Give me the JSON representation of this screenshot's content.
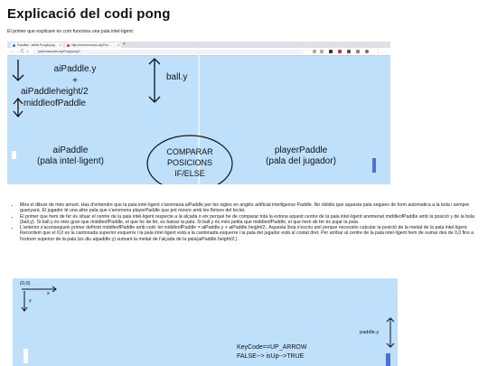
{
  "title": "Explicació del codi pong",
  "intro": "El primer que explicaré és com funciona una pala intel·ligent:",
  "browser": {
    "tabs": [
      {
        "label": "Faculties - definir PongAi.png",
        "color": "#1a73e8"
      },
      {
        "label": "https://ocenrecursos.org/Pon…",
        "color": "#d93025"
      }
    ],
    "new_tab": "+",
    "address": "juuriecasaubte.org/Pong/pong2/",
    "nav": [
      "←",
      "→",
      "C",
      "⌂"
    ]
  },
  "diagram": {
    "formula_lines": [
      "aiPaddle.y",
      "+",
      "aiPaddleheight/2",
      "middleofPaddle"
    ],
    "bally": "ball.y",
    "ai_paddle": [
      "aiPaddle",
      "(pala intel·ligent)"
    ],
    "compare": [
      "COMPARAR",
      "POSICIONS",
      "IF/ELSE"
    ],
    "player_paddle": [
      "playerPaddle",
      "(pala del jugador)"
    ]
  },
  "bullets": [
    "Mira el dibuix de més amunt. Has d'entendre que la pala intel·ligent s'anomana aiPaddle per les sigles en anglès artificial intelligence Paddle. No oblidis que aquesta pala seguiex de form automatica a la bola i sempre guanyarà. El jugador té una altre pala que s'anomena playerPaddle que pot moure amb les fletxes del teclat.",
    "El primer que hem de fer és situar el centre de la pala intel·ligent respecte a la alçada o eix perquè he de comparar tota la estona aquest centre de la pala intel·ligent anomenat middleofPaddle amb la posició y de la bola (ball.y). Si ball.y és més gran que middleofPaddle, el que he de fer, es baixar la pala. Si ball.y és més petita que middleofPaddle, el que hem de fer és pujar la pala.",
    "L'anterior s'aconsegueix primer definint middleofPaddle amb codi: let middleofPaddle = aiPaddle.y + aiPaddle.height/2;. Aquesta línia s'escriu així perque necessito calcular la posició de la meitat de la pala intel·ligent. Recordem que el 0,0 es la cantonada superior esquerre i la pala intel·ligent està a la cantonada esquerre i la pala del jugador està al costat dret. Per arribar al centre de la pala intel·ligent hem de sumar des de 0,0 fins a l'extrem superior de la pala (es diu aipaddle.y) sumant la meitat de l'alçada de la pala(aiPaddle.height/2;)."
  ],
  "diagram2": {
    "origin": "(0,0)",
    "x": "x",
    "y": "y",
    "paddley": "paddle.y",
    "keycode": "KeyCode==UP_ARROW",
    "flow": "FALSE--> isUp-->TRUE"
  }
}
